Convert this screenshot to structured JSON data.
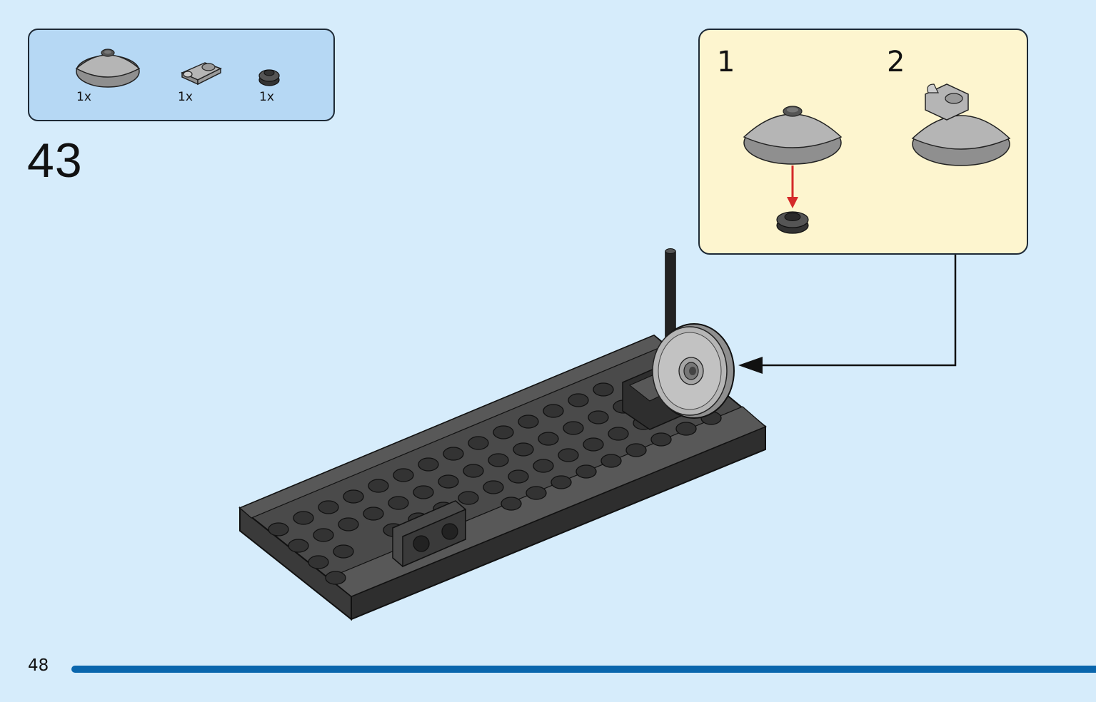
{
  "page": {
    "step_number": "43",
    "page_number": "48"
  },
  "parts_list": {
    "items": [
      {
        "icon": "round-dish-icon",
        "qty": "1x",
        "color": "#a0a0a0"
      },
      {
        "icon": "clip-plate-icon",
        "qty": "1x",
        "color": "#a0a0a0"
      },
      {
        "icon": "round-plate-icon",
        "qty": "1x",
        "color": "#3a3a3a"
      }
    ]
  },
  "sub_assembly": {
    "steps": [
      {
        "label": "1"
      },
      {
        "label": "2"
      }
    ]
  },
  "colors": {
    "background": "#d6ecfb",
    "parts_box": "#b6d8f4",
    "sub_box": "#fdf5cf",
    "footer_bar": "#0a66ad",
    "arrow_red": "#d42a2a",
    "dark_brick": "#4a4a4a",
    "light_gray_brick": "#a0a0a0"
  }
}
